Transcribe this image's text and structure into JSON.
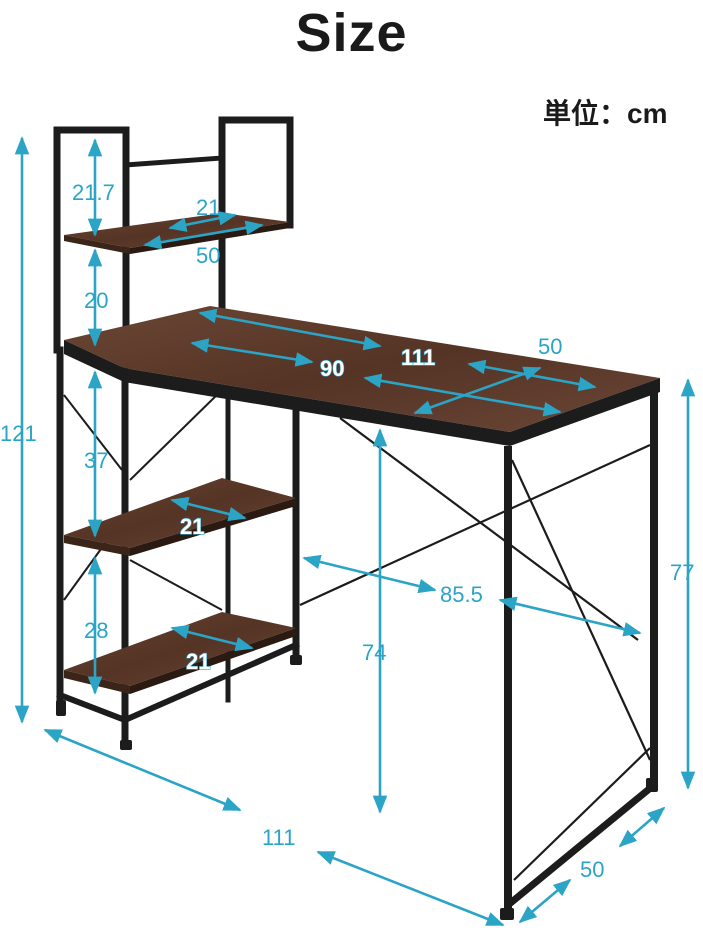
{
  "title": "Size",
  "unit_label": "単位：cm",
  "colors": {
    "frame": "#1c1c1c",
    "wood": "#5a3a2a",
    "wood_edge": "#3b2418",
    "dimension": "#2ba4c6"
  },
  "dimensions": {
    "shelf_top_height": "21.7",
    "shelf_top_depth": "21",
    "shelf_top_width": "50",
    "shelf_gap_2": "20",
    "total_height": "121",
    "desktop_width": "111",
    "desktop_inner_width": "90",
    "desktop_depth": "50",
    "shelf_gap_3": "37",
    "shelf_mid_depth": "21",
    "shelf_gap_4": "28",
    "shelf_low_depth": "21",
    "leg_clearance_width": "85.5",
    "leg_clearance_height": "74",
    "desk_height": "77",
    "base_width": "111",
    "base_depth": "50"
  }
}
